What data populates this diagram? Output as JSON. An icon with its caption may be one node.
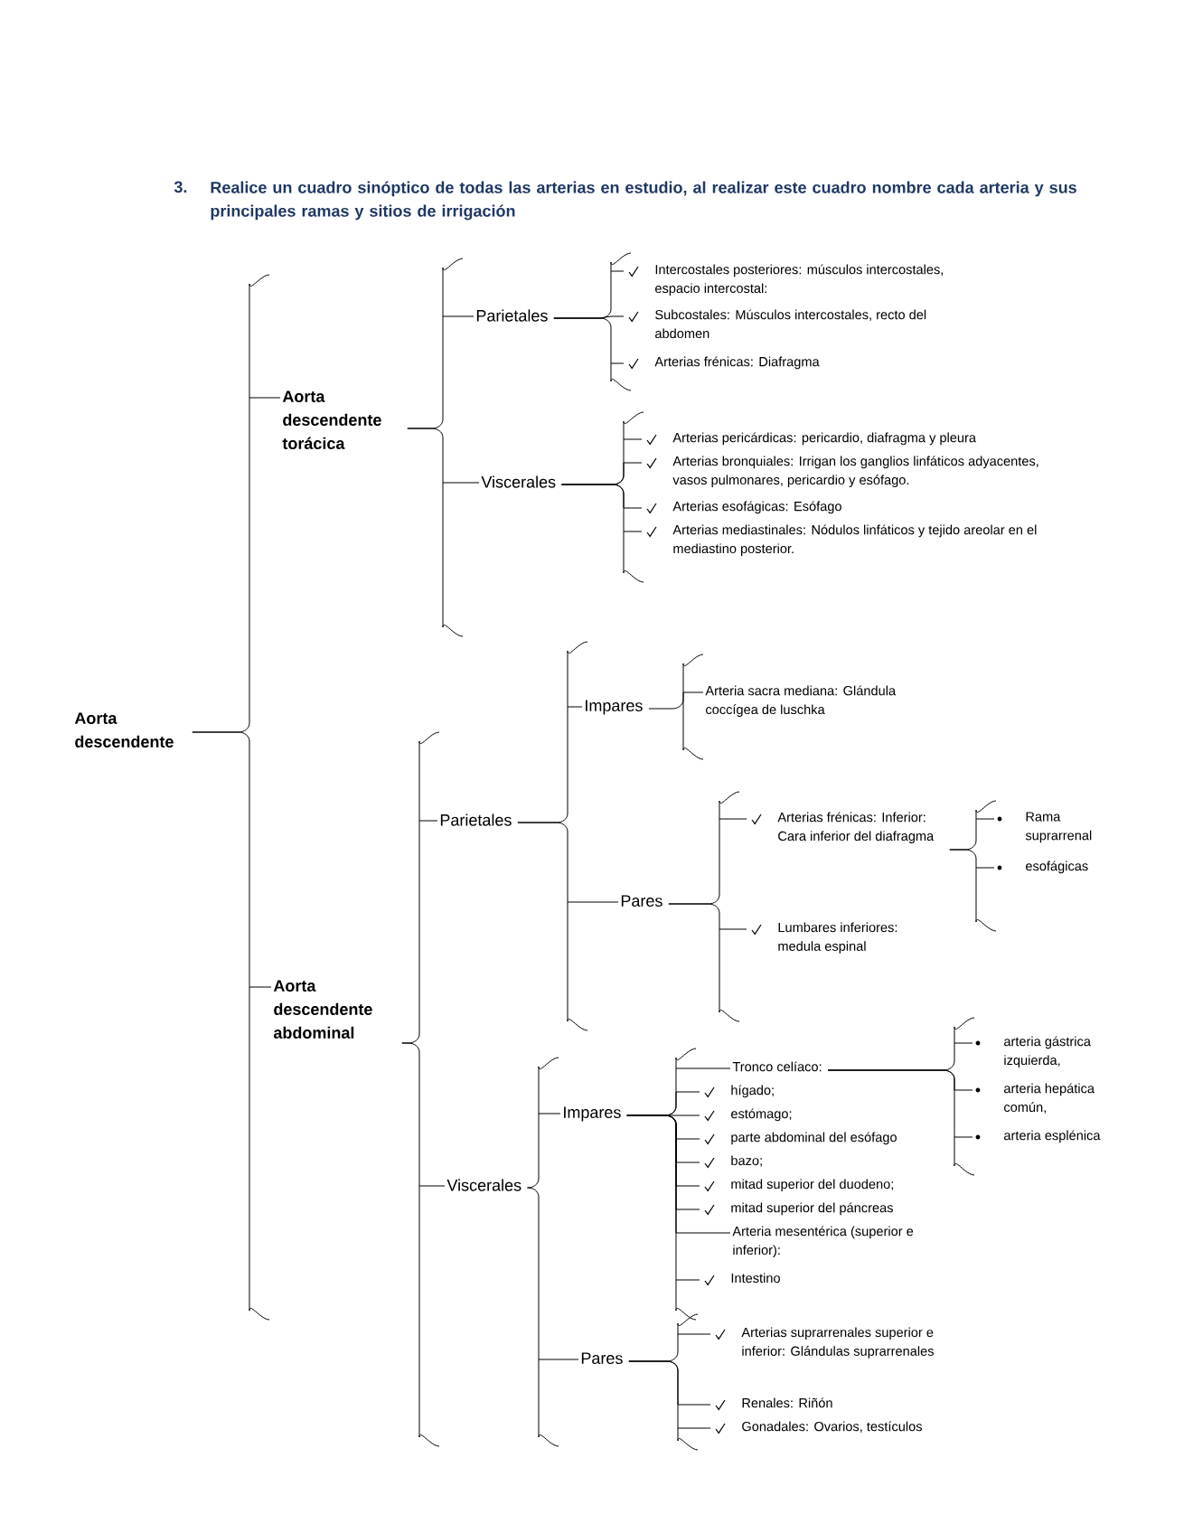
{
  "diagram": {
    "title": "Realice un cuadro sinóptico de todas las arterias en estudio, al realizar este cuadro nombre cada arteria y sus principales ramas y sitios de irrigación",
    "nodes": [
      {
        "text": [
          "Aorta descendente"
        ]
      },
      {
        "text": [
          "Aorta descendente torácica"
        ]
      },
      {
        "text": [
          "Parietales"
        ]
      },
      {
        "text": [
          "Intercostales posteriores: músculos intercostales, espacio intercostal:"
        ]
      },
      {
        "text": [
          "Subcostales: Músculos intercostales, recto del abdomen"
        ]
      },
      {
        "text": [
          "Arterias frénicas: Diafragma"
        ]
      },
      {
        "text": [
          "Viscerales"
        ]
      },
      {
        "text": [
          "Arterias pericárdicas: pericardio, diafragma y pleura"
        ]
      },
      {
        "text": [
          "Arterias bronquiales: Irrigan los ganglios linfáticos adyacentes, vasos pulmonares, pericardio y esófago."
        ]
      },
      {
        "text": [
          "Arterias esofágicas: Esófago"
        ]
      },
      {
        "text": [
          "Arterias mediastinales: Nódulos linfáticos y tejido areolar en el mediastino posterior."
        ]
      },
      {
        "text": [
          "Aorta descendente abdominal"
        ]
      },
      {
        "text": [
          "Parietales"
        ]
      },
      {
        "text": [
          "Impares"
        ]
      },
      {
        "text": [
          "Arteria sacra mediana: Glándula coccígea de luschka"
        ]
      },
      {
        "text": [
          "Pares"
        ]
      },
      {
        "text": [
          "Arterias frénicas: Inferior: Cara inferior del diafragma"
        ]
      },
      {
        "text": [
          "Rama suprarrenal"
        ]
      },
      {
        "text": [
          "esofágicas"
        ]
      },
      {
        "text": [
          "Lumbares inferiores: medula espinal"
        ]
      },
      {
        "text": [
          "Viscerales"
        ]
      },
      {
        "text": [
          "Impares"
        ]
      },
      {
        "text": [
          "Tronco celíaco:"
        ]
      },
      {
        "text": [
          "hígado;"
        ]
      },
      {
        "text": [
          "estómago;"
        ]
      },
      {
        "text": [
          "parte abdominal del esófago"
        ]
      },
      {
        "text": [
          "bazo;"
        ]
      },
      {
        "text": [
          "mitad superior del duodeno;"
        ]
      },
      {
        "text": [
          "mitad superior del páncreas"
        ]
      },
      {
        "text": [
          "Arteria mesentérica (superior e inferior):"
        ]
      },
      {
        "text": [
          "Intestino"
        ]
      },
      {
        "text": [
          "arteria gástrica izquierda,"
        ]
      },
      {
        "text": [
          "arteria hepática común,"
        ]
      },
      {
        "text": [
          "arteria esplénica"
        ]
      },
      {
        "text": [
          "Pares"
        ]
      },
      {
        "text": [
          "Arterias suprarrenales superior e inferior: Glándulas suprarrenales"
        ]
      },
      {
        "text": [
          "Renales: Riñón"
        ]
      },
      {
        "text": [
          "Gonadales: Ovarios, testículos"
        ]
      }
    ],
    "edges": [
      {
        "from": 0,
        "to": 1,
        "arrow": "none"
      },
      {
        "from": 0,
        "to": 11,
        "arrow": "none"
      },
      {
        "from": 1,
        "to": 2,
        "arrow": "none"
      },
      {
        "from": 1,
        "to": 6,
        "arrow": "none"
      },
      {
        "from": 2,
        "to": 3,
        "arrow": "none"
      },
      {
        "from": 2,
        "to": 4,
        "arrow": "none"
      },
      {
        "from": 2,
        "to": 5,
        "arrow": "none"
      },
      {
        "from": 6,
        "to": 7,
        "arrow": "none"
      },
      {
        "from": 6,
        "to": 8,
        "arrow": "none"
      },
      {
        "from": 6,
        "to": 9,
        "arrow": "none"
      },
      {
        "from": 6,
        "to": 10,
        "arrow": "none"
      },
      {
        "from": 11,
        "to": 12,
        "arrow": "none"
      },
      {
        "from": 11,
        "to": 20,
        "arrow": "none"
      },
      {
        "from": 12,
        "to": 13,
        "arrow": "none"
      },
      {
        "from": 12,
        "to": 15,
        "arrow": "none"
      },
      {
        "from": 13,
        "to": 14,
        "arrow": "none"
      },
      {
        "from": 15,
        "to": 16,
        "arrow": "none"
      },
      {
        "from": 15,
        "to": 19,
        "arrow": "none"
      },
      {
        "from": 16,
        "to": 17,
        "arrow": "none"
      },
      {
        "from": 16,
        "to": 18,
        "arrow": "none"
      },
      {
        "from": 20,
        "to": 21,
        "arrow": "none"
      },
      {
        "from": 20,
        "to": 34,
        "arrow": "none"
      },
      {
        "from": 21,
        "to": 22,
        "arrow": "none"
      },
      {
        "from": 21,
        "to": 23,
        "arrow": "none"
      },
      {
        "from": 21,
        "to": 24,
        "arrow": "none"
      },
      {
        "from": 21,
        "to": 25,
        "arrow": "none"
      },
      {
        "from": 21,
        "to": 26,
        "arrow": "none"
      },
      {
        "from": 21,
        "to": 27,
        "arrow": "none"
      },
      {
        "from": 21,
        "to": 28,
        "arrow": "none"
      },
      {
        "from": 21,
        "to": 29,
        "arrow": "none"
      },
      {
        "from": 21,
        "to": 30,
        "arrow": "none"
      },
      {
        "from": 22,
        "to": 31,
        "arrow": "none"
      },
      {
        "from": 22,
        "to": 32,
        "arrow": "none"
      },
      {
        "from": 22,
        "to": 33,
        "arrow": "none"
      },
      {
        "from": 34,
        "to": 35,
        "arrow": "none"
      },
      {
        "from": 34,
        "to": 36,
        "arrow": "none"
      },
      {
        "from": 34,
        "to": 37,
        "arrow": "none"
      }
    ],
    "labels": [
      "3."
    ]
  }
}
